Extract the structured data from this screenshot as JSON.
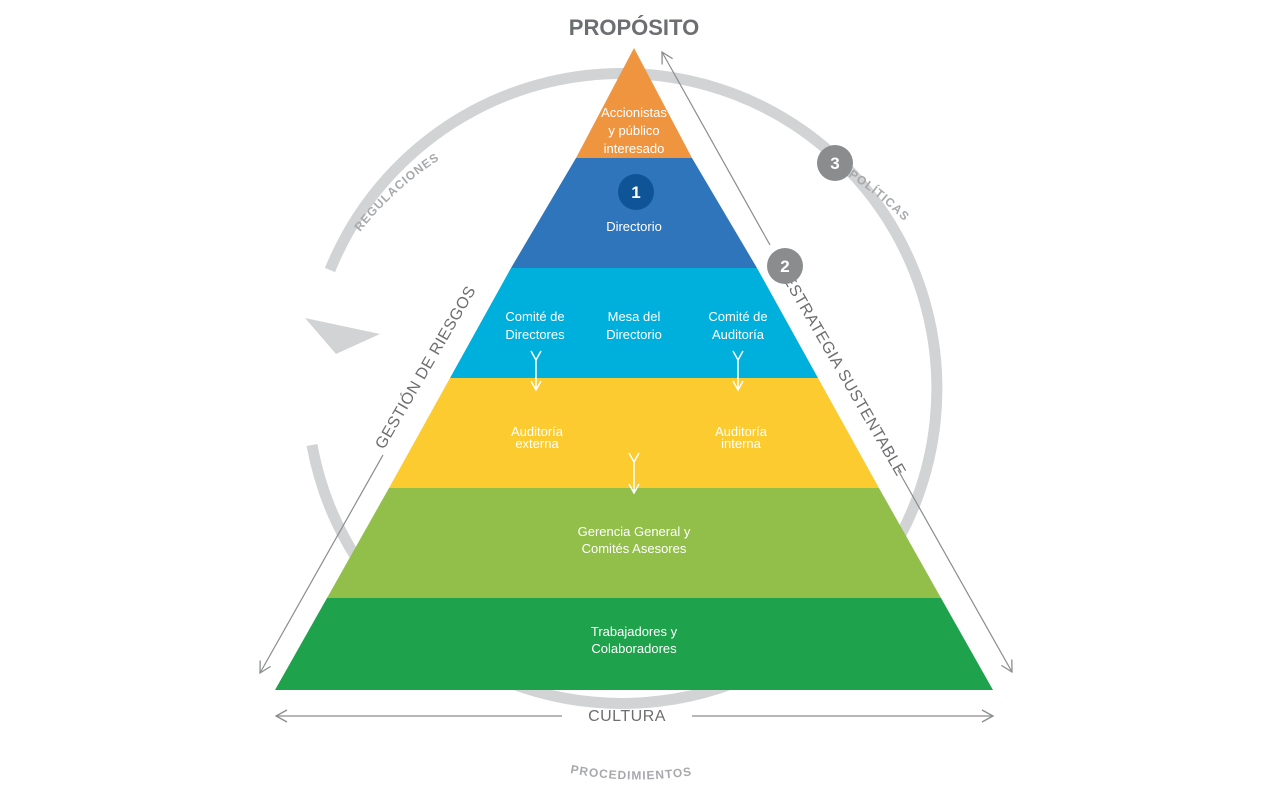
{
  "title": "PROPÓSITO",
  "ring_labels": {
    "top_left": "REGULACIONES",
    "top_right": "POLÍTICAS",
    "bottom": "PROCEDIMIENTOS"
  },
  "side_labels": {
    "left": "GESTIÓN DE RIESGOS",
    "right": "ESTRATEGIA SUSTENTABLE",
    "bottom": "CULTURA"
  },
  "badges": {
    "directorio": "1",
    "estrategia": "2",
    "politicas": "3"
  },
  "tiers": {
    "accionistas": {
      "line1": "Accionistas",
      "line2": "y público",
      "line3": "interesado"
    },
    "directorio": {
      "label": "Directorio"
    },
    "comites": {
      "left_line1": "Comité de",
      "left_line2": "Directores",
      "center_line1": "Mesa del",
      "center_line2": "Directorio",
      "right_line1": "Comité de",
      "right_line2": "Auditoría"
    },
    "auditoria": {
      "left_line1": "Auditoría",
      "left_line2": "externa",
      "right_line1": "Auditoría",
      "right_line2": "interna"
    },
    "gerencia": {
      "line1": "Gerencia General y",
      "line2": "Comités Asesores"
    },
    "trabajadores": {
      "line1": "Trabajadores y",
      "line2": "Colaboradores"
    }
  },
  "colors": {
    "accionistas": "#f0953f",
    "directorio": "#2e75bb",
    "comites": "#00b0dc",
    "auditoria": "#fccb2f",
    "gerencia": "#92bf4a",
    "trabajadores": "#1ea24b",
    "ring": "#d1d3d4",
    "badge_dark": "#0e5496",
    "badge_grey": "#8a8c8e"
  }
}
